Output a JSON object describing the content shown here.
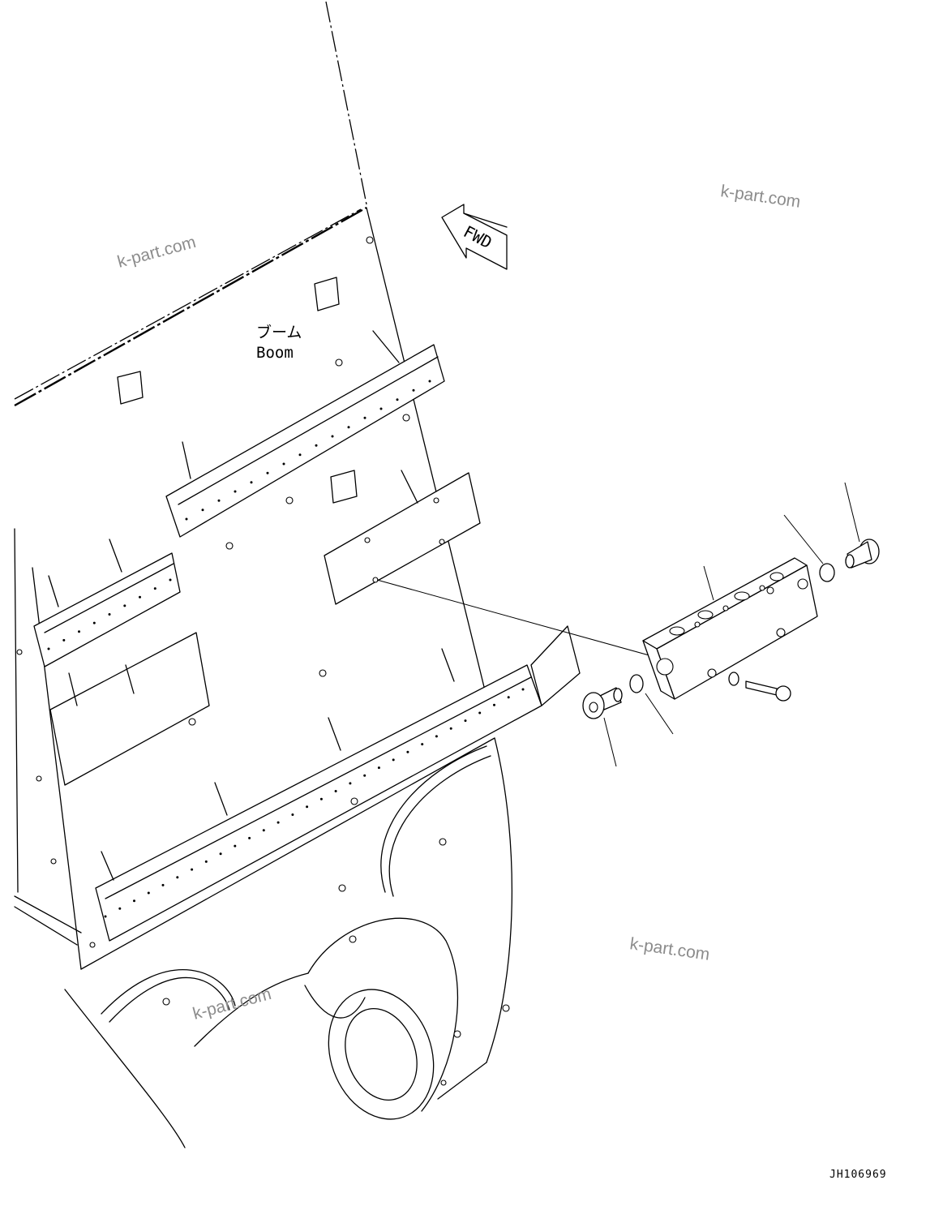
{
  "drawing": {
    "part_label_jp": "ブーム",
    "part_label_en": "Boom",
    "direction_label": "FWD",
    "drawing_code": "JH106969"
  },
  "watermarks": [
    "k-part.com",
    "k-part.com",
    "k-part.com",
    "k-part.com"
  ],
  "callouts": {
    "count": 6,
    "items": [
      "valve-block",
      "o-ring-upper",
      "plug-upper",
      "o-ring-lower",
      "plug-lower",
      "bolt-washer"
    ]
  }
}
